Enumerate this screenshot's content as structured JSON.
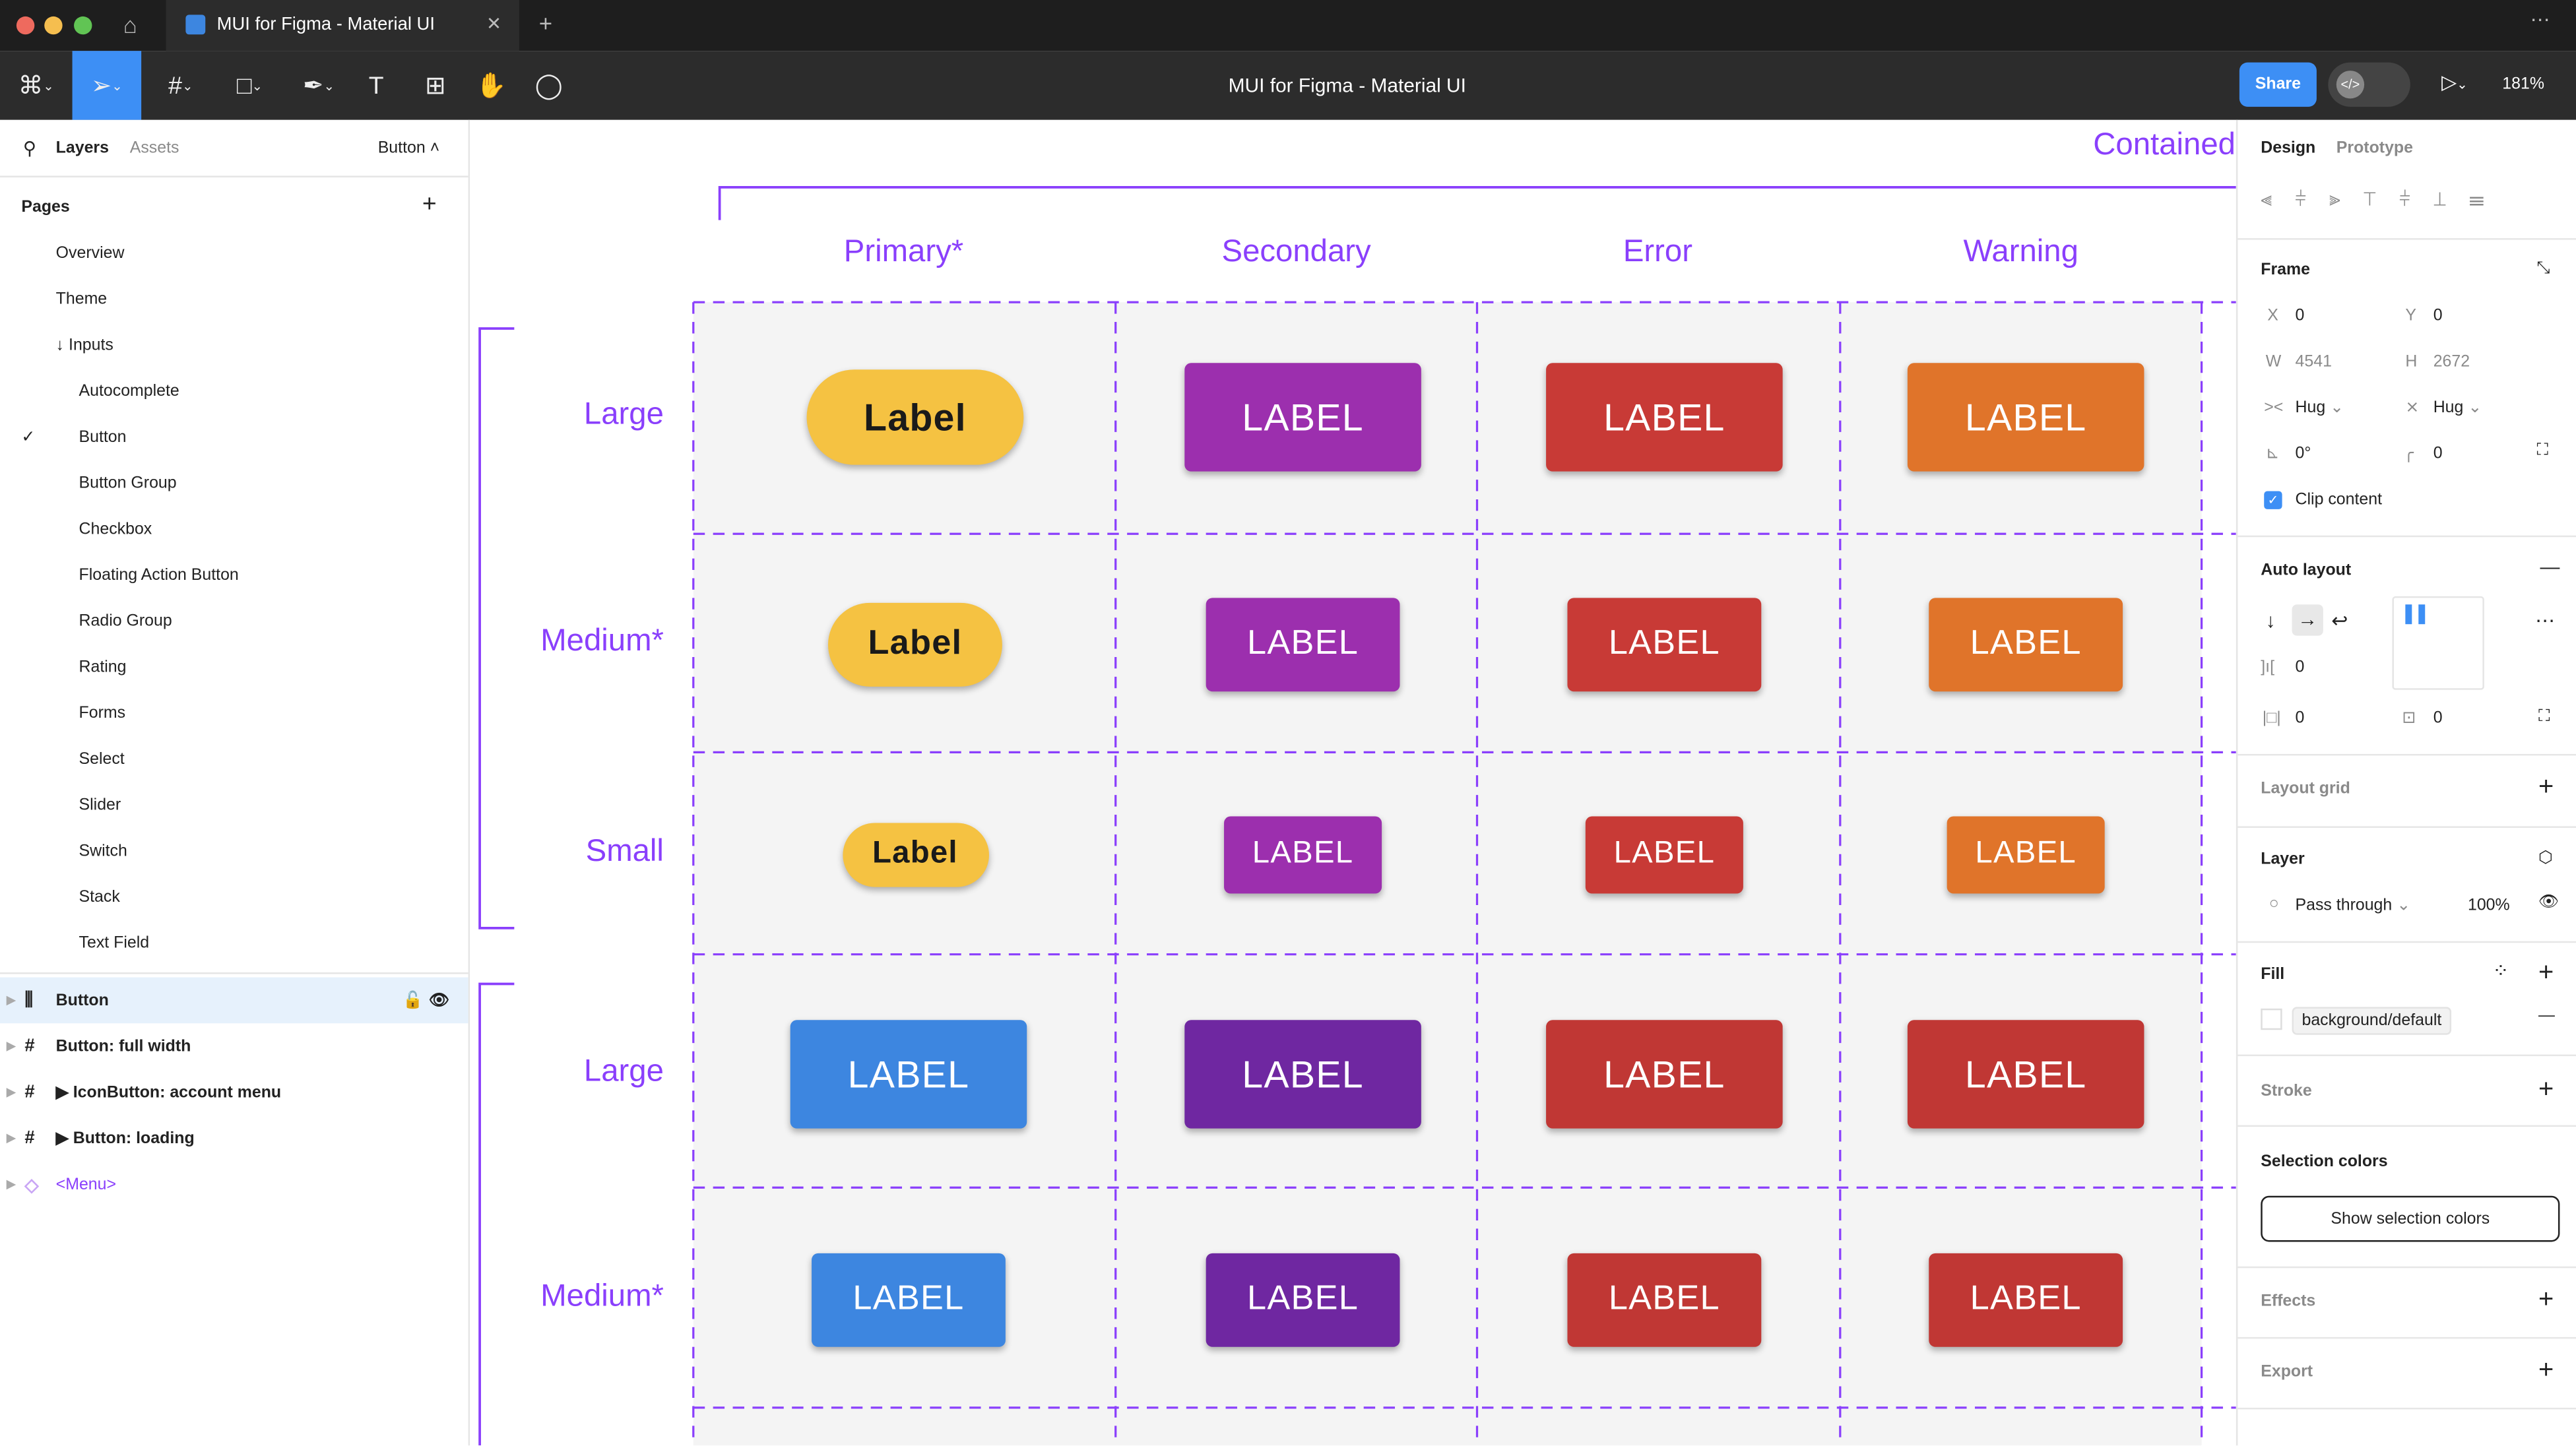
{
  "window": {
    "tab_title": "MUI for Figma - Material UI",
    "doc_title": "MUI for Figma - Material UI",
    "share": "Share",
    "zoom": "181%"
  },
  "left": {
    "tabs": [
      "Layers",
      "Assets"
    ],
    "page_selector": "Button",
    "pages_title": "Pages",
    "pages": [
      "Overview",
      "Theme",
      "↓ Inputs",
      "Autocomplete",
      "Button",
      "Button Group",
      "Checkbox",
      "Floating Action Button",
      "Radio Group",
      "Rating",
      "Forms",
      "Select",
      "Slider",
      "Switch",
      "Stack",
      "Text Field"
    ],
    "layers": [
      {
        "name": "Button",
        "icon": "auto-layout-icon"
      },
      {
        "name": "Button: full width",
        "icon": "frame-icon"
      },
      {
        "name": "▶ IconButton: account menu",
        "icon": "frame-icon"
      },
      {
        "name": "▶ Button: loading",
        "icon": "frame-icon"
      },
      {
        "name": "<Menu>",
        "icon": "component-icon"
      }
    ]
  },
  "right": {
    "tabs": [
      "Design",
      "Prototype"
    ],
    "frame": {
      "title": "Frame",
      "x_label": "X",
      "x": "0",
      "y_label": "Y",
      "y": "0",
      "w_label": "W",
      "w": "4541",
      "h_label": "H",
      "h": "2672",
      "hug_w": "Hug",
      "hug_h": "Hug",
      "rotation": "0°",
      "radius": "0",
      "clip": "Clip content"
    },
    "auto_layout": {
      "title": "Auto layout",
      "gap": "0",
      "pad_h": "0",
      "pad_v": "0"
    },
    "layout_grid": "Layout grid",
    "layer": {
      "title": "Layer",
      "blend": "Pass through",
      "opacity": "100%"
    },
    "fill": {
      "title": "Fill",
      "style": "background/default"
    },
    "stroke": "Stroke",
    "selection_colors": {
      "title": "Selection colors",
      "button": "Show selection colors"
    },
    "effects": "Effects",
    "export": "Export"
  },
  "canvas": {
    "section_title": "Contained",
    "columns": [
      "Primary*",
      "Secondary",
      "Error",
      "Warning"
    ],
    "accent": "#8a3ffc",
    "rows": [
      {
        "label": "Large",
        "size": "large",
        "buttons": [
          {
            "text": "Label",
            "color": "#f5c242",
            "pill": true
          },
          {
            "text": "LABEL",
            "color": "#9c2fae"
          },
          {
            "text": "LABEL",
            "color": "#c83a36"
          },
          {
            "text": "LABEL",
            "color": "#e0742a"
          }
        ]
      },
      {
        "label": "Medium*",
        "size": "medium",
        "buttons": [
          {
            "text": "Label",
            "color": "#f5c242",
            "pill": true
          },
          {
            "text": "LABEL",
            "color": "#9c2fae"
          },
          {
            "text": "LABEL",
            "color": "#c83a36"
          },
          {
            "text": "LABEL",
            "color": "#e0742a"
          }
        ]
      },
      {
        "label": "Small",
        "size": "small",
        "buttons": [
          {
            "text": "Label",
            "color": "#f5c242",
            "pill": true
          },
          {
            "text": "LABEL",
            "color": "#9c2fae"
          },
          {
            "text": "LABEL",
            "color": "#c83a36"
          },
          {
            "text": "LABEL",
            "color": "#e0742a"
          }
        ]
      },
      {
        "label": "Large",
        "size": "large",
        "buttons": [
          {
            "text": "LABEL",
            "color": "#3d86e0"
          },
          {
            "text": "LABEL",
            "color": "#6f27a1"
          },
          {
            "text": "LABEL",
            "color": "#c03734"
          },
          {
            "text": "LABEL",
            "color": "#c03734"
          }
        ]
      },
      {
        "label": "Medium*",
        "size": "medium",
        "buttons": [
          {
            "text": "LABEL",
            "color": "#3d86e0"
          },
          {
            "text": "LABEL",
            "color": "#6f27a1"
          },
          {
            "text": "LABEL",
            "color": "#c03734"
          },
          {
            "text": "LABEL",
            "color": "#c03734"
          }
        ]
      }
    ]
  }
}
